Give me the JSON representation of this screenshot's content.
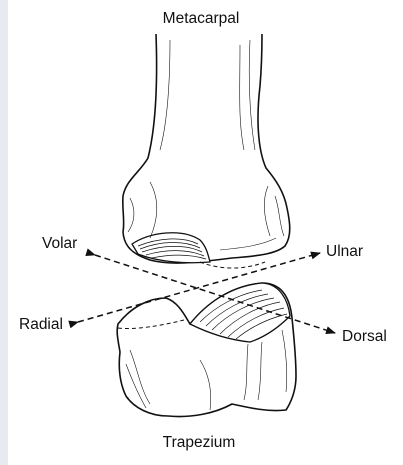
{
  "labels": {
    "top": "Metacarpal",
    "bottom": "Trapezium",
    "volar": "Volar",
    "ulnar": "Ulnar",
    "radial": "Radial",
    "dorsal": "Dorsal"
  },
  "colors": {
    "background": "#e8eaf1",
    "panel": "#ffffff",
    "ink": "#111111"
  }
}
